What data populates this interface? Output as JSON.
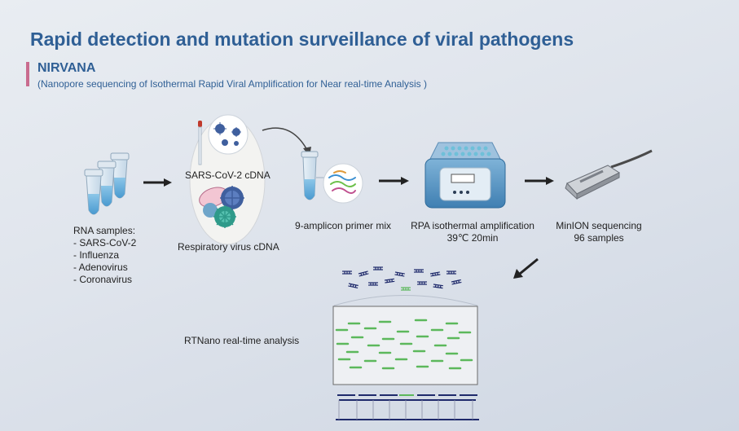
{
  "header": {
    "title": "Rapid detection and mutation surveillance of viral pathogens",
    "subtitle": "NIRVANA",
    "subtitle_expansion": "(Nanopore sequencing of Isothermal Rapid Viral Amplification for Near real-time Analysis )"
  },
  "steps": {
    "rna": {
      "heading": "RNA samples:",
      "items": [
        "- SARS-CoV-2",
        "- Influenza",
        "- Adenovirus",
        "- Coronavirus"
      ]
    },
    "cdna": {
      "inner_label": "SARS-CoV-2 cDNA",
      "label": "Respiratory virus cDNA"
    },
    "primer": {
      "label": "9-amplicon primer mix"
    },
    "rpa": {
      "label": "RPA isothermal amplification",
      "sub": "39℃ 20min"
    },
    "minion": {
      "label": "MinION sequencing",
      "sub": "96 samples"
    },
    "analysis": {
      "label": "RTNano real-time analysis"
    }
  },
  "colors": {
    "title": "#2f5f95",
    "accent": "#c96b8e",
    "read_green": "#5cb85c",
    "dna_navy": "#1f2a6b",
    "virus_blue": "#3f5f9e",
    "virus_teal": "#2f9a8a"
  }
}
